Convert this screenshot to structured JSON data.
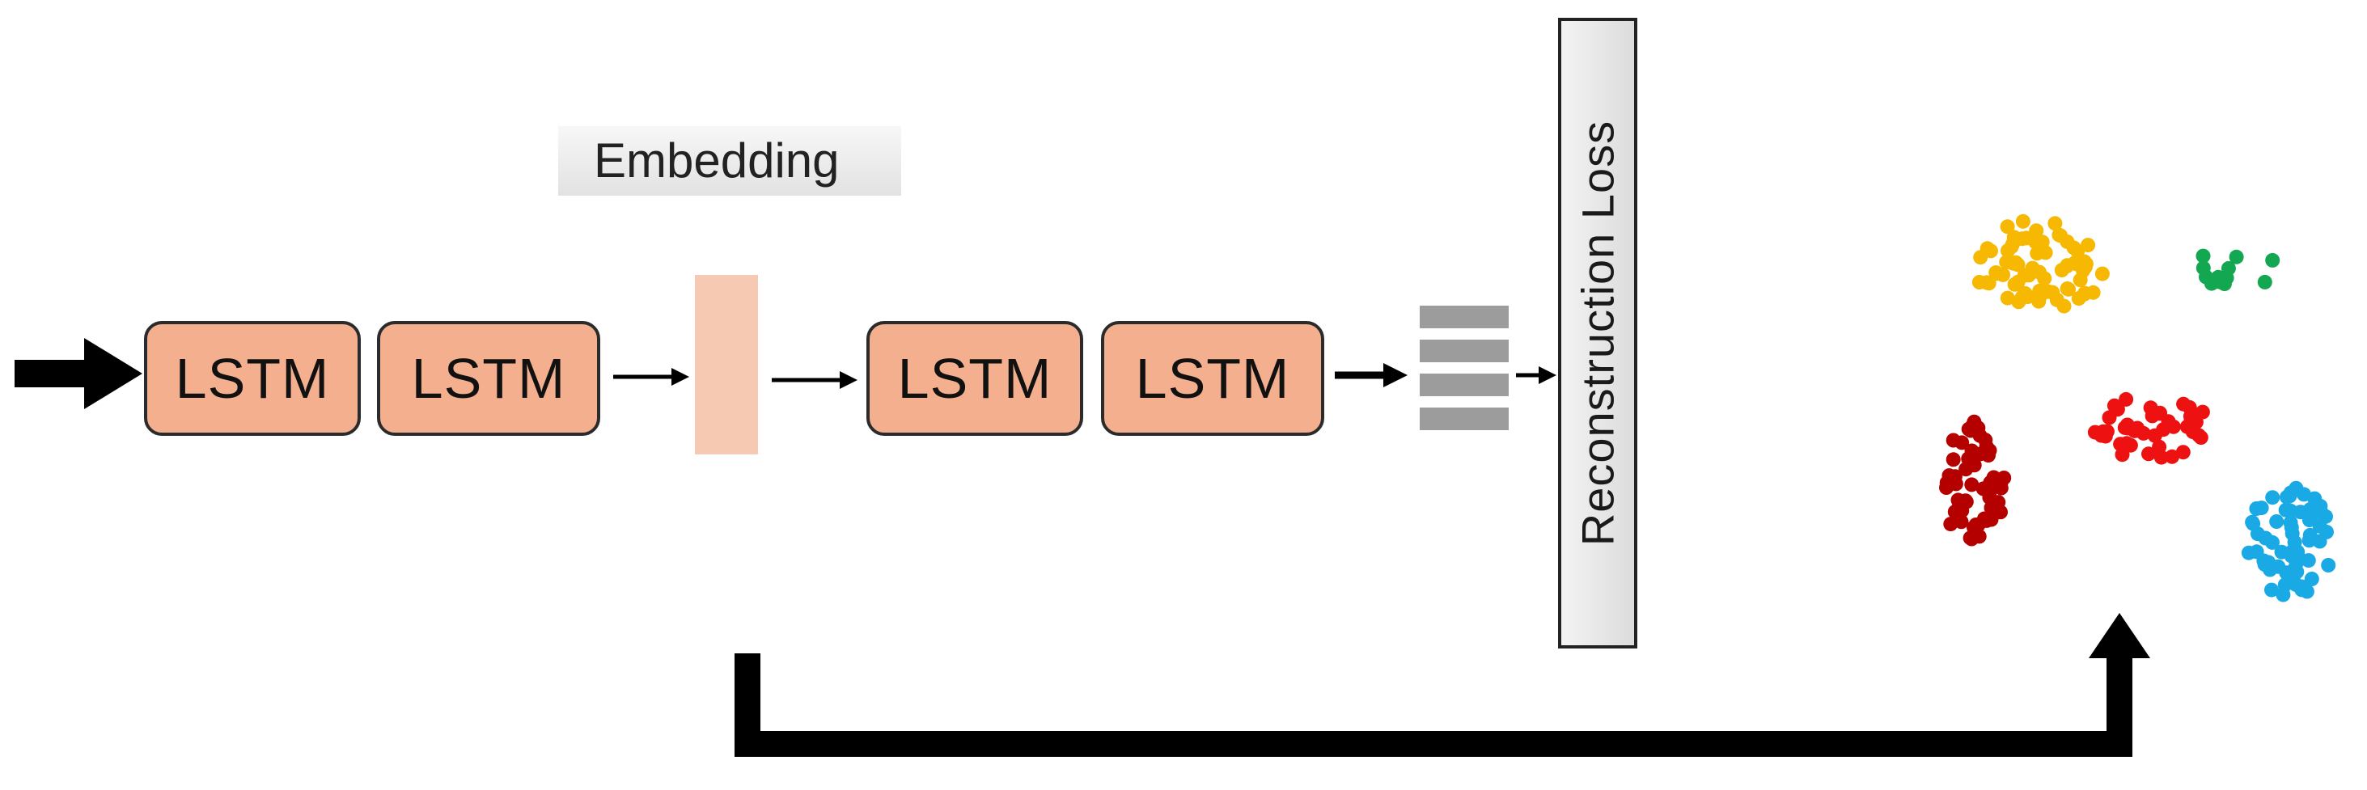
{
  "diagram": {
    "encoder": [
      {
        "label": "LSTM"
      },
      {
        "label": "LSTM"
      }
    ],
    "decoder": [
      {
        "label": "LSTM"
      },
      {
        "label": "LSTM"
      }
    ],
    "embedding_label": "Embedding",
    "loss_label": "Reconstruction Loss",
    "output_bar_count": 4
  },
  "clusters": [
    {
      "color": "#f6b800",
      "points": 70
    },
    {
      "color": "#12a750",
      "points": 12
    },
    {
      "color": "#ee1111",
      "points": 45
    },
    {
      "color": "#b50000",
      "points": 55
    },
    {
      "color": "#19a9e4",
      "points": 65
    }
  ],
  "colors": {
    "lstm_fill": "#f4b08e",
    "embedding_fill": "#f6c9b3",
    "output_bars": "#9c9c9c",
    "arrow": "#000000"
  }
}
